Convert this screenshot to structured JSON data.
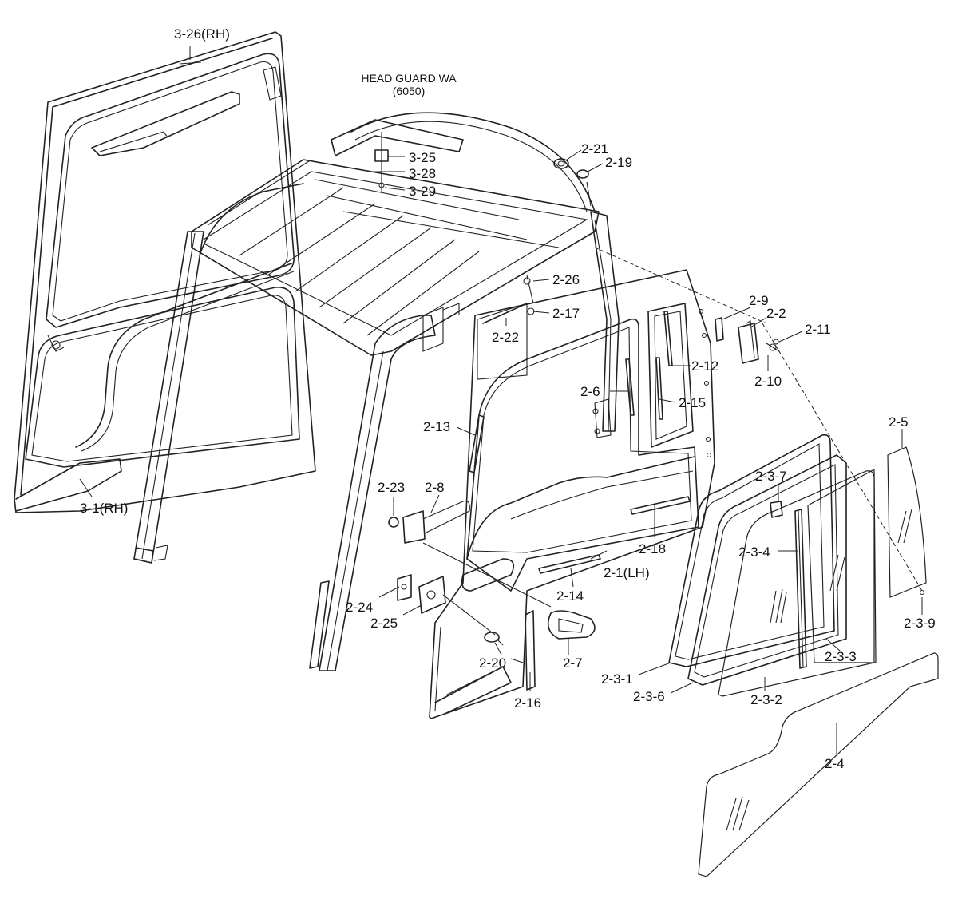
{
  "title": {
    "line1": "HEAD GUARD WA",
    "line2": "(6050)"
  },
  "labels": {
    "p_3_26": "3-26(RH)",
    "p_3_25": "3-25",
    "p_3_28": "3-28",
    "p_3_29": "3-29",
    "p_2_21": "2-21",
    "p_2_19": "2-19",
    "p_2_26": "2-26",
    "p_2_17": "2-17",
    "p_2_22": "2-22",
    "p_2_9": "2-9",
    "p_2_2": "2-2",
    "p_2_11": "2-11",
    "p_2_10": "2-10",
    "p_2_12": "2-12",
    "p_2_6": "2-6",
    "p_2_15": "2-15",
    "p_2_13": "2-13",
    "p_2_5": "2-5",
    "p_2_3_7": "2-3-7",
    "p_2_23": "2-23",
    "p_2_8": "2-8",
    "p_3_1": "3-1(RH)",
    "p_2_18": "2-18",
    "p_2_3_4": "2-3-4",
    "p_2_1": "2-1(LH)",
    "p_2_14": "2-14",
    "p_2_24": "2-24",
    "p_2_25": "2-25",
    "p_2_20": "2-20",
    "p_2_7": "2-7",
    "p_2_3_9": "2-3-9",
    "p_2_3_3": "2-3-3",
    "p_2_3_1": "2-3-1",
    "p_2_3_6": "2-3-6",
    "p_2_3_2": "2-3-2",
    "p_2_16": "2-16",
    "p_2_4": "2-4"
  }
}
